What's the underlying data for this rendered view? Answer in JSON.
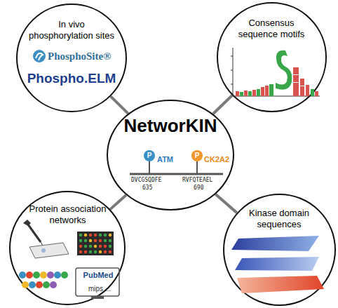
{
  "diagram": {
    "nodes": [
      {
        "text": [
          "In vivo phosphorylation sites",
          "PhosphoSite®",
          "Phospho.ELM"
        ]
      },
      {
        "text": [
          "Consensus sequence motifs"
        ]
      },
      {
        "text": [
          "NetworKIN",
          "P",
          "ATM",
          "P",
          "CK2A2",
          "DVCGSQDFE",
          "635",
          "RVFQTEAEL",
          "690"
        ]
      },
      {
        "text": [
          "Protein association networks",
          "PubMed",
          "mips ..."
        ]
      },
      {
        "text": [
          "Kinase domain sequences"
        ]
      }
    ],
    "edges": [
      {
        "from": 2,
        "to": 0,
        "arrow": "none"
      },
      {
        "from": 2,
        "to": 1,
        "arrow": "none"
      },
      {
        "from": 2,
        "to": 3,
        "arrow": "none"
      },
      {
        "from": 2,
        "to": 4,
        "arrow": "none"
      }
    ]
  }
}
